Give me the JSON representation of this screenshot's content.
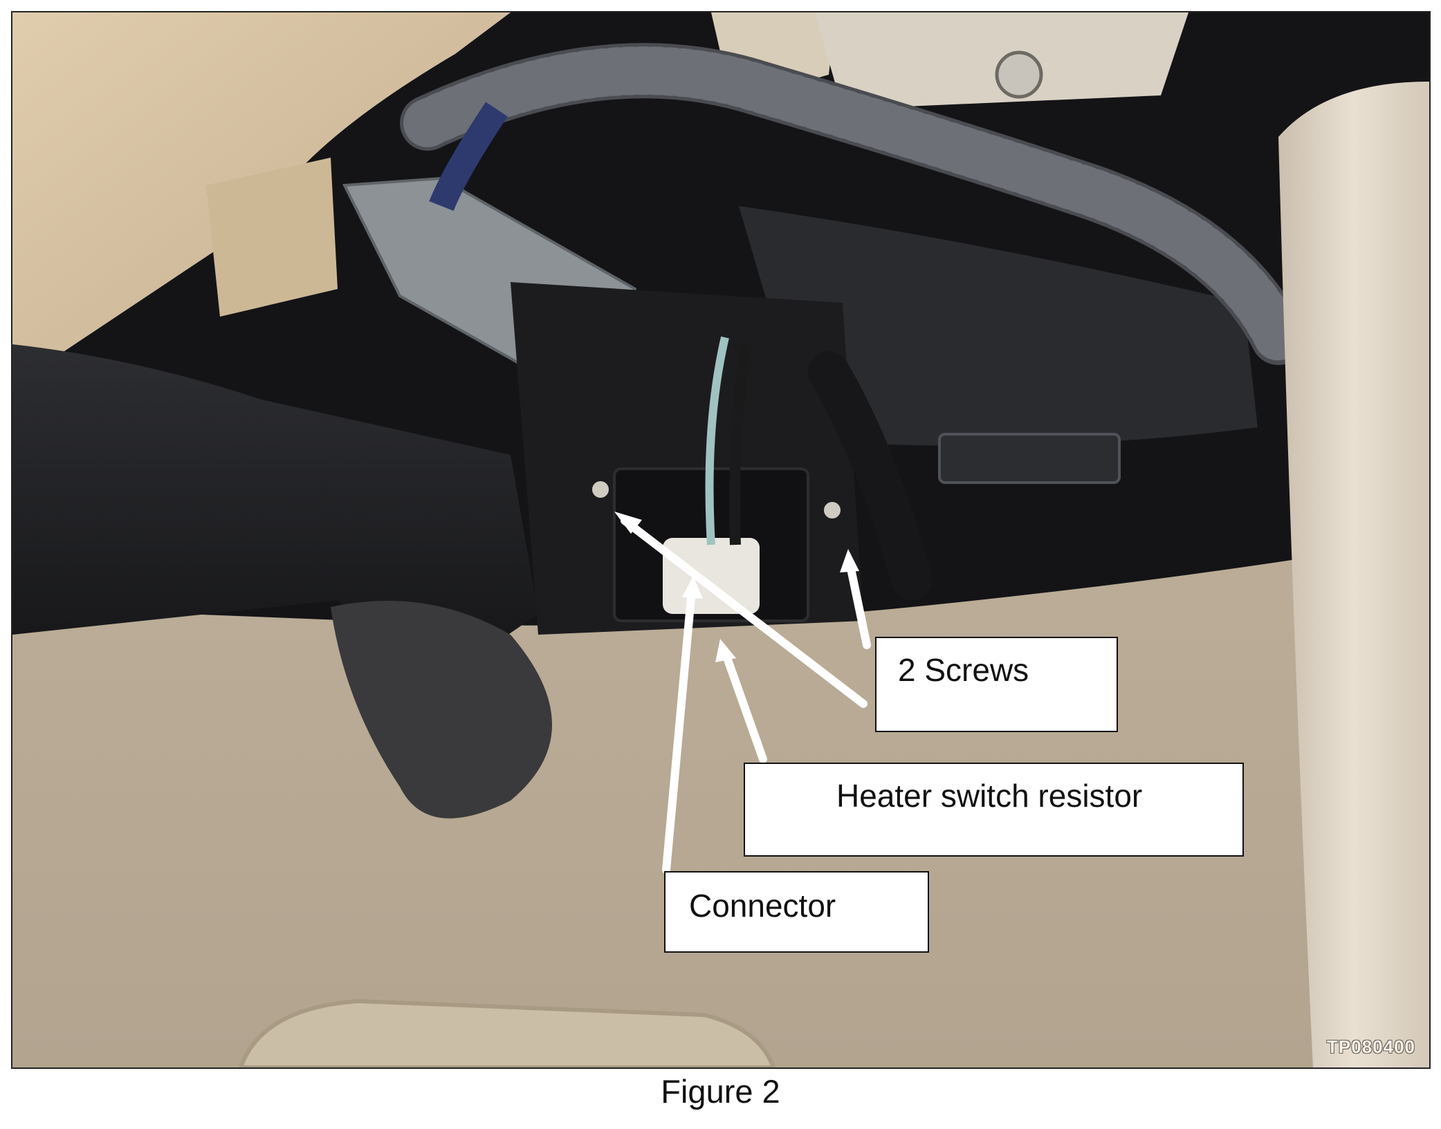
{
  "figure": {
    "caption": "Figure 2",
    "photo_code": "TP080400"
  },
  "callouts": {
    "screws": "2 Screws",
    "heater_switch_resistor": "Heater switch resistor",
    "connector": "Connector"
  },
  "colors": {
    "carpet": "#b9ab97",
    "dash_trim": "#d6c2a2",
    "plastic_dark": "#1f1f22",
    "arrow": "#ffffff"
  }
}
